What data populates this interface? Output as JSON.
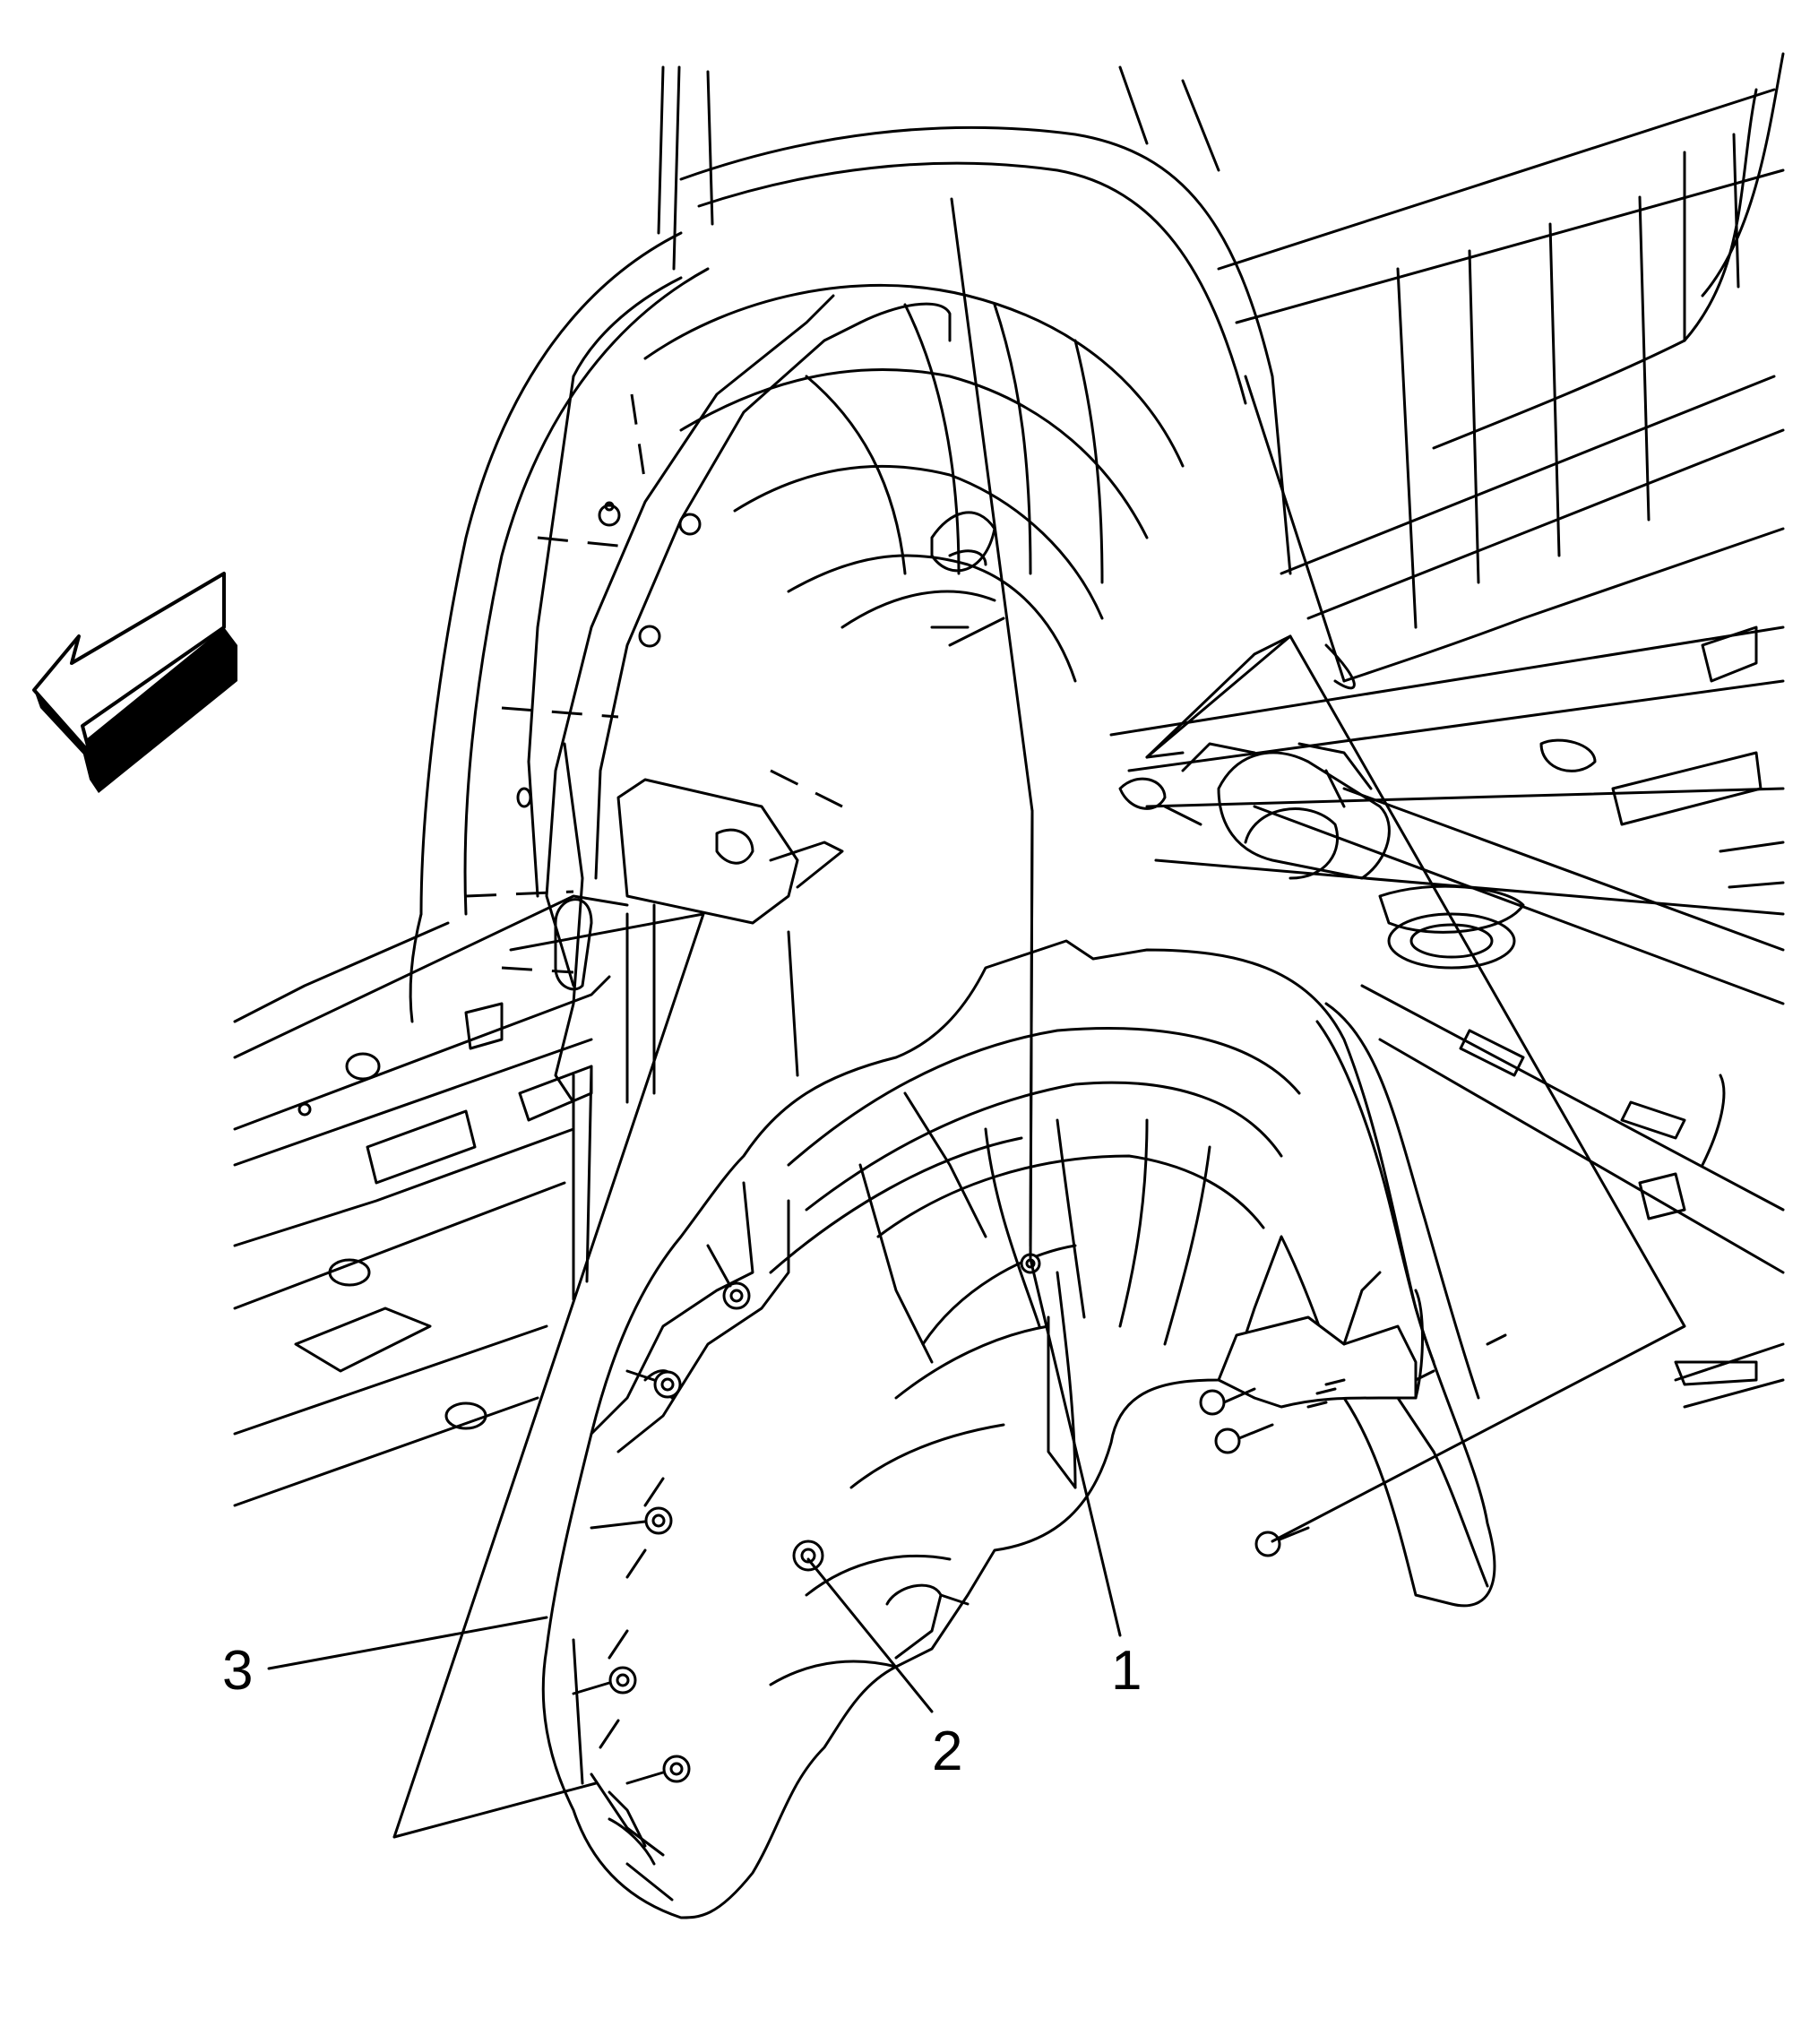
{
  "diagram": {
    "callouts": [
      {
        "id": "1",
        "label": "1"
      },
      {
        "id": "2",
        "label": "2"
      },
      {
        "id": "3",
        "label": "3"
      }
    ],
    "orientation_arrow": {
      "icon": "front-direction-arrow-icon"
    }
  }
}
